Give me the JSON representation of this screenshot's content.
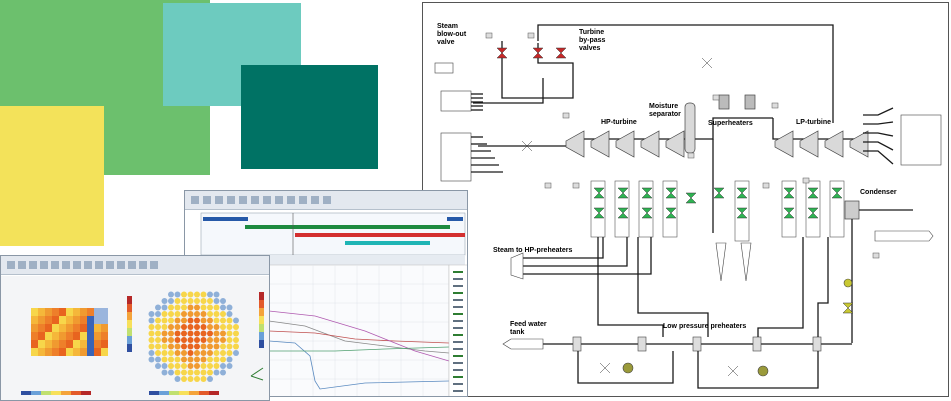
{
  "colors": {
    "green": "#6cc06d",
    "teal": "#6dcbbf",
    "dark_green": "#007264",
    "yellow": "#f3e25a",
    "pipe": "#1a1a1a",
    "valve_red": "#c62828",
    "valve_green": "#2eb352",
    "valve_yellow": "#c8c832"
  },
  "diagram": {
    "labels": {
      "steam_blowout": [
        "Steam",
        "blow-out",
        "valve"
      ],
      "turbine_bypass": [
        "Turbine",
        "by-pass",
        "valves"
      ],
      "hp_turbine": "HP-turbine",
      "moisture_separator": [
        "Moisture",
        "separator"
      ],
      "superheaters": "Superheaters",
      "lp_turbine": "LP-turbine",
      "condenser": "Condenser",
      "steam_to_hp": "Steam to HP-preheaters",
      "feed_water_tank": [
        "Feed water",
        "tank"
      ],
      "lp_preheaters": "Low pressure preheaters"
    }
  },
  "trend_window": {
    "icons": [
      "toolbar-icon"
    ]
  },
  "core_map_window": {
    "icons": [
      "toolbar-icon"
    ]
  }
}
